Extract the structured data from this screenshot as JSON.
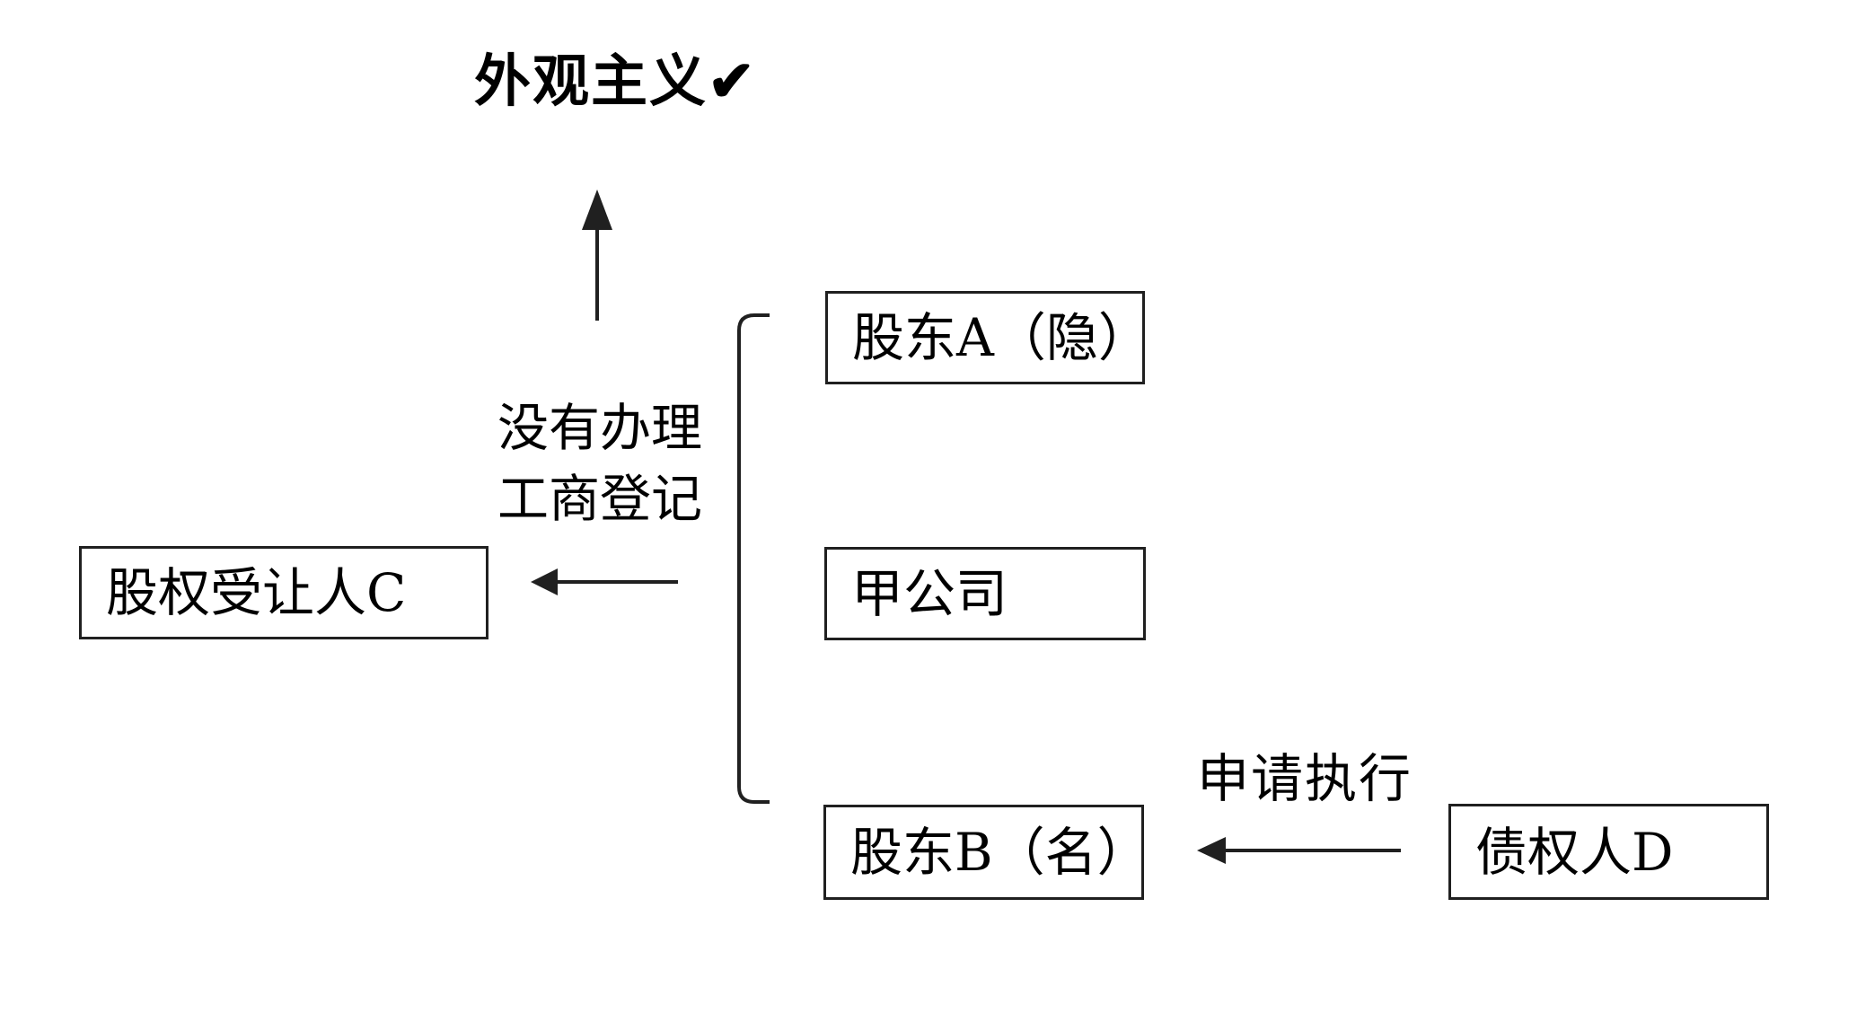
{
  "diagram": {
    "title": "外观主义✔",
    "annotations": {
      "no_registration": "没有办理\n工商登记",
      "apply_execution": "申请执行"
    },
    "boxes": {
      "shareholder_a": "股东A（隐）",
      "company_jia": "甲公司",
      "shareholder_b": "股东B（名）",
      "transferee_c": "股权受让人C",
      "creditor_d": "债权人D"
    },
    "colors": {
      "ink": "#202020",
      "text": "#000000",
      "background": "#ffffff"
    }
  }
}
